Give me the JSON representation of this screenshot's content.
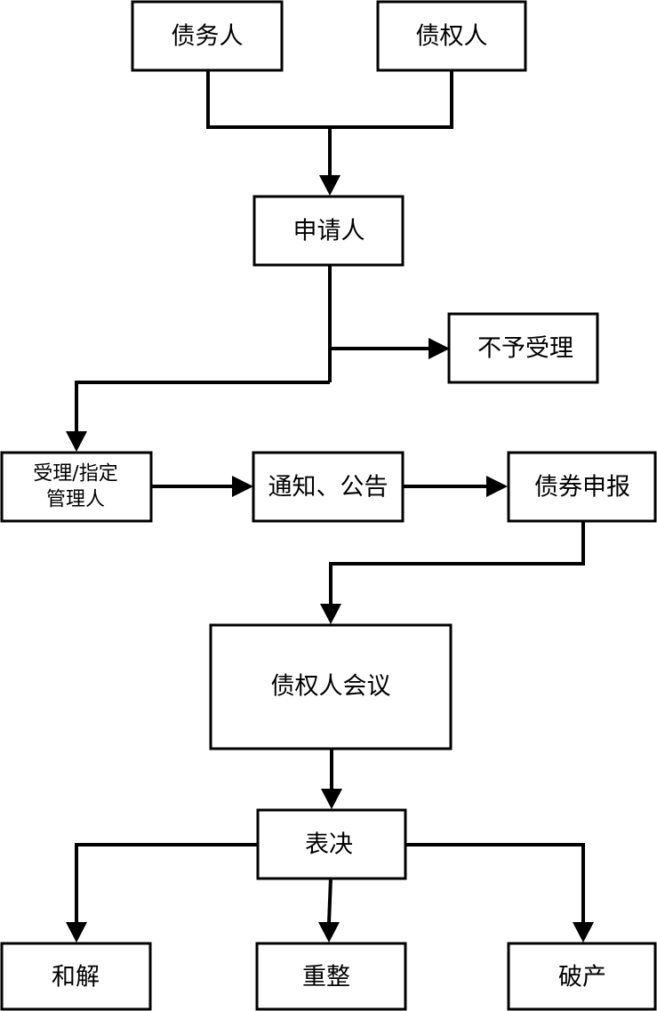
{
  "nodes": {
    "debtor": "债务人",
    "creditor": "债权人",
    "applicant": "申请人",
    "reject": "不予受理",
    "accept_line1": "受理/指定",
    "accept_line2": "管理人",
    "notice": "通知、公告",
    "claim": "债券申报",
    "meeting": "债权人会议",
    "vote": "表决",
    "settlement": "和解",
    "reorganization": "重整",
    "bankruptcy": "破产"
  },
  "colors": {
    "stroke": "#000000",
    "fill": "#ffffff",
    "text": "#000000"
  }
}
